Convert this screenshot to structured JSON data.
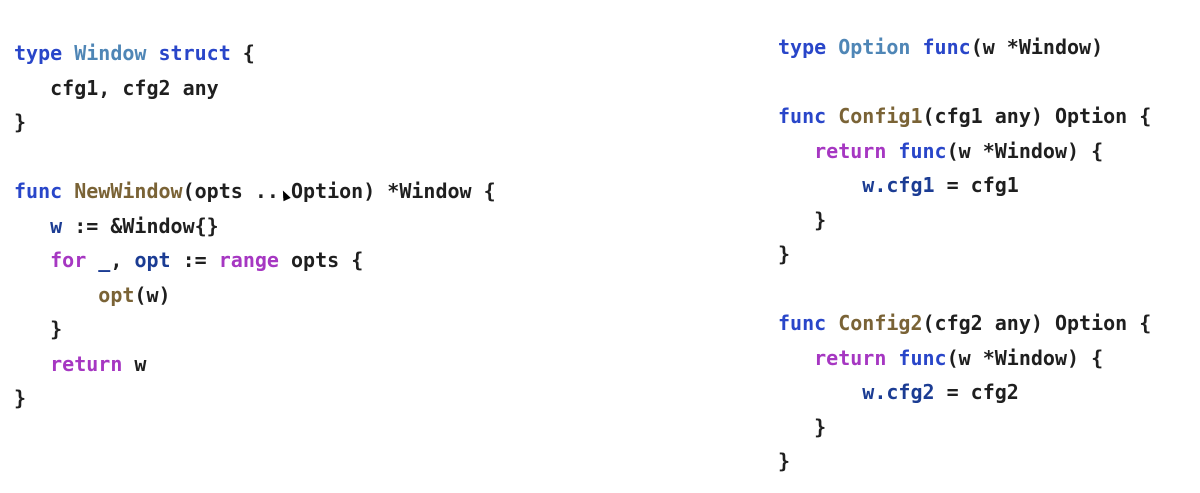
{
  "colors": {
    "background": "#ffffff",
    "keyword_decl": "#2946c9",
    "keyword_flow": "#a637c2",
    "type_name": "#4f86b6",
    "func_name": "#7a6336",
    "variable": "#1b3c93",
    "plain": "#1f1f1f"
  },
  "left_panel": {
    "lines": [
      [
        [
          "kw-decl",
          "type"
        ],
        [
          "plain",
          " "
        ],
        [
          "type",
          "Window"
        ],
        [
          "plain",
          " "
        ],
        [
          "kw-decl",
          "struct"
        ],
        [
          "plain",
          " {"
        ]
      ],
      [
        [
          "plain",
          "   cfg1, cfg2 any"
        ]
      ],
      [
        [
          "plain",
          "}"
        ]
      ],
      [],
      [
        [
          "kw-decl",
          "func"
        ],
        [
          "plain",
          " "
        ],
        [
          "func",
          "NewWindow"
        ],
        [
          "plain",
          "(opts ...Option) *Window {"
        ]
      ],
      [
        [
          "plain",
          "   "
        ],
        [
          "var",
          "w"
        ],
        [
          "plain",
          " := &Window{}"
        ]
      ],
      [
        [
          "plain",
          "   "
        ],
        [
          "kw-flow",
          "for"
        ],
        [
          "plain",
          " "
        ],
        [
          "var",
          "_"
        ],
        [
          "plain",
          ", "
        ],
        [
          "var",
          "opt"
        ],
        [
          "plain",
          " := "
        ],
        [
          "kw-flow",
          "range"
        ],
        [
          "plain",
          " opts {"
        ]
      ],
      [
        [
          "plain",
          "       "
        ],
        [
          "func",
          "opt"
        ],
        [
          "plain",
          "(w)"
        ]
      ],
      [
        [
          "plain",
          "   }"
        ]
      ],
      [
        [
          "plain",
          "   "
        ],
        [
          "kw-flow",
          "return"
        ],
        [
          "plain",
          " w"
        ]
      ],
      [
        [
          "plain",
          "}"
        ]
      ]
    ]
  },
  "right_panel": {
    "lines": [
      [
        [
          "kw-decl",
          "type"
        ],
        [
          "plain",
          " "
        ],
        [
          "type",
          "Option"
        ],
        [
          "plain",
          " "
        ],
        [
          "kw-decl",
          "func"
        ],
        [
          "plain",
          "(w *Window)"
        ]
      ],
      [],
      [
        [
          "kw-decl",
          "func"
        ],
        [
          "plain",
          " "
        ],
        [
          "func",
          "Config1"
        ],
        [
          "plain",
          "(cfg1 any) Option {"
        ]
      ],
      [
        [
          "plain",
          "   "
        ],
        [
          "kw-flow",
          "return"
        ],
        [
          "plain",
          " "
        ],
        [
          "kw-decl",
          "func"
        ],
        [
          "plain",
          "(w *Window) {"
        ]
      ],
      [
        [
          "plain",
          "       "
        ],
        [
          "var",
          "w.cfg1"
        ],
        [
          "plain",
          " = cfg1"
        ]
      ],
      [
        [
          "plain",
          "   }"
        ]
      ],
      [
        [
          "plain",
          "}"
        ]
      ],
      [],
      [
        [
          "kw-decl",
          "func"
        ],
        [
          "plain",
          " "
        ],
        [
          "func",
          "Config2"
        ],
        [
          "plain",
          "(cfg2 any) Option {"
        ]
      ],
      [
        [
          "plain",
          "   "
        ],
        [
          "kw-flow",
          "return"
        ],
        [
          "plain",
          " "
        ],
        [
          "kw-decl",
          "func"
        ],
        [
          "plain",
          "(w *Window) {"
        ]
      ],
      [
        [
          "plain",
          "       "
        ],
        [
          "var",
          "w.cfg2"
        ],
        [
          "plain",
          " = cfg2"
        ]
      ],
      [
        [
          "plain",
          "   }"
        ]
      ],
      [
        [
          "plain",
          "}"
        ]
      ]
    ]
  }
}
